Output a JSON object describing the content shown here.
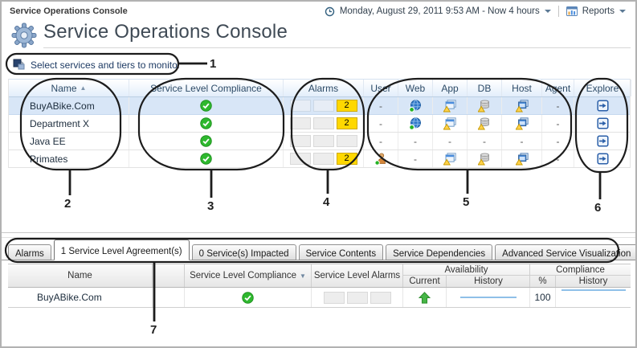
{
  "topbar": {
    "breadcrumb": "Service Operations Console",
    "time_range": "Monday, August 29, 2011 9:53 AM - Now 4 hours",
    "reports_label": "Reports"
  },
  "header": {
    "title": "Service Operations Console"
  },
  "select_link": {
    "label": "Select services and tiers to monitor"
  },
  "main_table": {
    "columns": [
      "Name",
      "Service Level Compliance",
      "Alarms",
      "User",
      "Web",
      "App",
      "DB",
      "Host",
      "Agent",
      "Explore"
    ],
    "sort": {
      "column": "Name",
      "dir": "asc"
    },
    "rows": [
      {
        "name": "BuyABike.Com",
        "selected": true,
        "compliance": "check",
        "alarms": [
          null,
          null,
          "2"
        ],
        "user": "-",
        "web": "globe",
        "app": "app-warning",
        "db": "db-warning",
        "host": "host-warning",
        "agent": "-",
        "explore": "explore"
      },
      {
        "name": "Department X",
        "selected": false,
        "compliance": "check",
        "alarms": [
          null,
          null,
          "2"
        ],
        "user": "-",
        "web": "globe",
        "app": "app-warning",
        "db": "db-warning",
        "host": "host-warning",
        "agent": "-",
        "explore": "explore"
      },
      {
        "name": "Java EE",
        "selected": false,
        "compliance": "check",
        "alarms": [
          null,
          null,
          null
        ],
        "user": "-",
        "web": "-",
        "app": "-",
        "db": "-",
        "host": "-",
        "agent": "-",
        "explore": "explore"
      },
      {
        "name": "Primates",
        "selected": false,
        "compliance": "check",
        "alarms": [
          null,
          null,
          "2"
        ],
        "user": "person",
        "web": "-",
        "app": "app-warning",
        "db": "db-warning",
        "host": "host-warning",
        "agent": "-",
        "explore": "explore"
      }
    ]
  },
  "annotations": {
    "numbers": [
      "1",
      "2",
      "3",
      "4",
      "5",
      "6",
      "7"
    ]
  },
  "tabs": [
    {
      "label": "Alarms",
      "active": false
    },
    {
      "label": "1 Service Level Agreement(s)",
      "active": true
    },
    {
      "label": "0 Service(s) Impacted",
      "active": false
    },
    {
      "label": "Service Contents",
      "active": false
    },
    {
      "label": "Service Dependencies",
      "active": false
    },
    {
      "label": "Advanced Service Visualization",
      "active": false
    }
  ],
  "bottom_table": {
    "columns": {
      "name": "Name",
      "slc": "Service Level Compliance",
      "sla": "Service Level Alarms",
      "availability_group": "Availability",
      "current": "Current",
      "history": "History",
      "compliance_group": "Compliance",
      "percent": "%",
      "compliance_history": "History"
    },
    "rows": [
      {
        "name": "BuyABike.Com",
        "compliance": "check",
        "alarms": [
          null,
          null,
          null
        ],
        "current": "up-arrow",
        "availability_history": "sparkline",
        "percent": "100",
        "compliance_history": "sparkline"
      }
    ]
  }
}
